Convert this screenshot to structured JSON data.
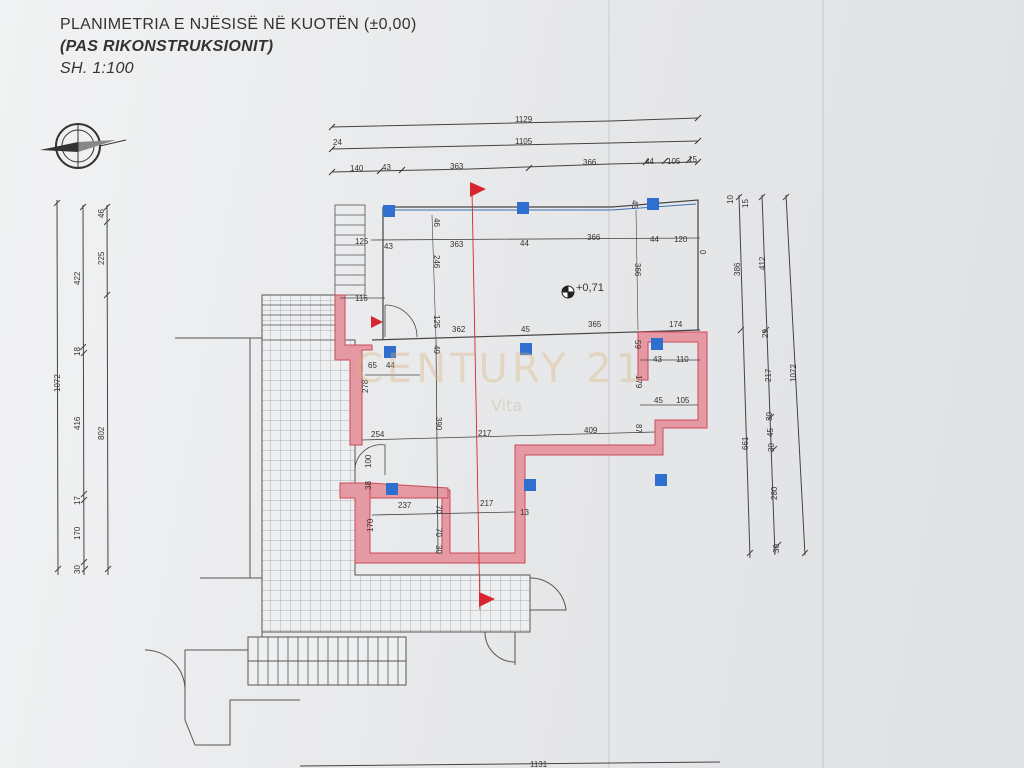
{
  "title": {
    "line1": "PLANIMETRIA E NJËSISË NË KUOTËN (±0,00)",
    "line2": "(PAS RIKONSTRUKSIONIT)",
    "line3": "SH. 1:100"
  },
  "elevation_label": "+0,71",
  "watermark": {
    "brand": "CENTURY 21",
    "office": "Vita"
  },
  "colors": {
    "wall_fill": "#e59aa3",
    "wall_stroke": "#c94a5a",
    "column": "#2e6fd0",
    "arrow": "#d8262e",
    "line": "#444444"
  },
  "top_dims": {
    "total1": "1129",
    "total2": "1105",
    "left_offset": "24",
    "segments": [
      "140",
      "43",
      "363",
      "366",
      "44",
      "105",
      "15"
    ]
  },
  "bottom_dim": "1131",
  "left_dims": {
    "col1": [
      "1072"
    ],
    "col2": [
      "422",
      "18",
      "416",
      "17",
      "170",
      "30"
    ],
    "col3": [
      "46",
      "225",
      "802"
    ]
  },
  "right_dims": {
    "col1": [
      "10",
      "386",
      "661"
    ],
    "col2": [
      "15",
      "412",
      "29",
      "217",
      "30",
      "45",
      "30",
      "280",
      "30"
    ],
    "col3": [
      "1072"
    ]
  },
  "interior_dims": {
    "row1": [
      "125",
      "43",
      "363",
      "44",
      "366",
      "44",
      "120"
    ],
    "row2": [
      "116",
      "362",
      "45",
      "365",
      "174"
    ],
    "row3": [
      "65",
      "44",
      "43",
      "110"
    ],
    "row4": [
      "45",
      "105"
    ],
    "row5": [
      "254",
      "217",
      "409"
    ],
    "row6": [
      "237",
      "217"
    ],
    "verticals": [
      "46",
      "246",
      "125",
      "49",
      "390",
      "366",
      "59",
      "179",
      "87",
      "278",
      "100",
      "38",
      "170",
      "70",
      "70",
      "30",
      "13",
      "0",
      "45"
    ]
  }
}
